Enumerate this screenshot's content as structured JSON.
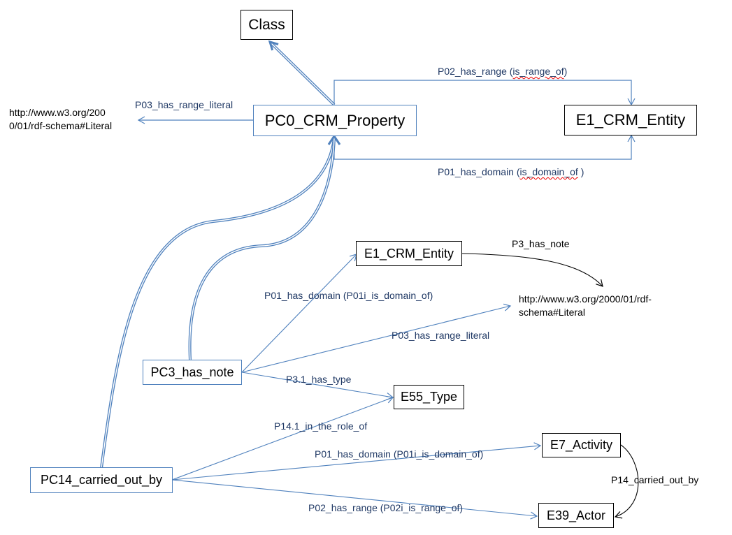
{
  "colors": {
    "link": "#4f81bd",
    "black": "#000000",
    "label": "#1f3864",
    "spellcheck": "#e00000"
  },
  "nodes": {
    "class": {
      "label": "Class"
    },
    "pc0": {
      "label": "PC0_CRM_Property"
    },
    "e1_top": {
      "label": "E1_CRM_Entity"
    },
    "literal_top": {
      "line1": "http://www.w3.org/200",
      "line2": "0/01/rdf-schema#Literal"
    },
    "e1_mid": {
      "label": "E1_CRM_Entity"
    },
    "literal_mid": {
      "line1": "http://www.w3.org/2000/01/rdf-",
      "line2": "schema#Literal"
    },
    "pc3": {
      "label": "PC3_has_note"
    },
    "e55": {
      "label": "E55_Type"
    },
    "e7": {
      "label": "E7_Activity"
    },
    "pc14": {
      "label": "PC14_carried_out_by"
    },
    "e39": {
      "label": "E39_Actor"
    }
  },
  "edges": {
    "p03_top": {
      "label": "P03_has_range_literal"
    },
    "p02_top": {
      "prefix": "P02_has_range (",
      "squiggle": "is_range_of",
      "suffix": ")"
    },
    "p01_top": {
      "prefix": "P01_has_domain (",
      "squiggle": "is_domain_of",
      "suffix": " )"
    },
    "p3_note": {
      "label": "P3_has_note"
    },
    "p01_mid": {
      "label": "P01_has_domain (P01i_is_domain_of)"
    },
    "p03_mid": {
      "label": "P03_has_range_literal"
    },
    "p31": {
      "label": "P3.1_has_type"
    },
    "p141": {
      "label": "P14.1_in_the_role_of"
    },
    "p01_bot": {
      "label": "P01_has_domain (P01i_is_domain_of)"
    },
    "p02_bot": {
      "label": "P02_has_range (P02i_is_range_of)"
    },
    "p14": {
      "label": "P14_carried_out_by"
    }
  }
}
